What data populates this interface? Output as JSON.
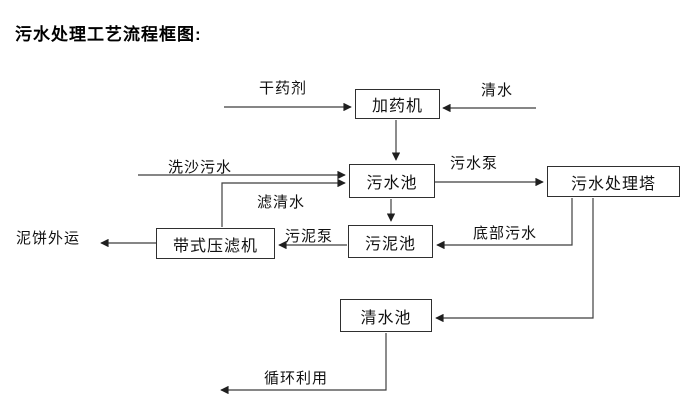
{
  "title": "污水处理工艺流程框图:",
  "nodes": {
    "dosing_machine": "加药机",
    "sewage_pool": "污水池",
    "treatment_tower": "污水处理塔",
    "sludge_pool": "污泥池",
    "belt_filter_press": "带式压滤机",
    "clear_water_pool": "清水池"
  },
  "flow_labels": {
    "dry_agent": "干药剂",
    "clean_water": "清水",
    "sand_washing_sewage": "洗沙污水",
    "filtered_water": "滤清水",
    "sewage_pump": "污水泵",
    "bottom_sewage": "底部污水",
    "sludge_pump": "污泥泵",
    "mud_cake_out": "泥饼外运",
    "recycle_use": "循环利用"
  },
  "colors": {
    "line": "#3f3f3f",
    "arrow": "#1f1f1f",
    "text": "#111111",
    "background": "#ffffff"
  }
}
